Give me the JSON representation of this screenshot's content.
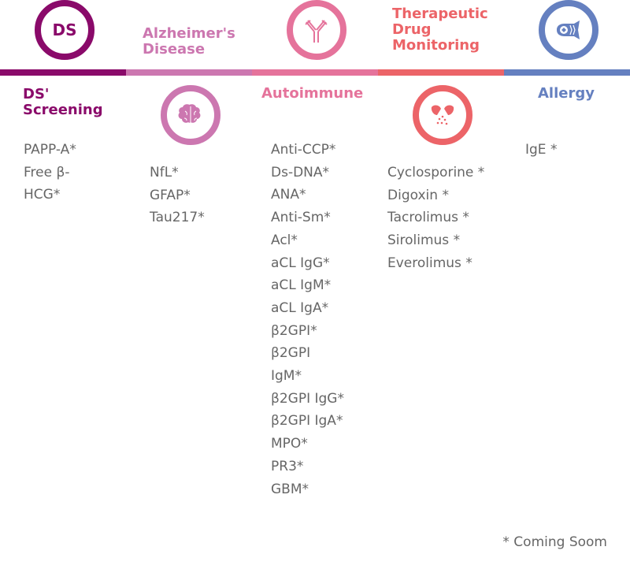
{
  "colors": {
    "ds": "#8a0a6a",
    "alz": "#cc77b0",
    "auto": "#e5739b",
    "tdm": "#ec6468",
    "allergy": "#6580c0",
    "text": "#666666"
  },
  "ds": {
    "icon_text": "DS",
    "title_1": "DS'",
    "title_2": "Screening",
    "items": [
      "PAPP-A*",
      "Free β-",
      "HCG*"
    ]
  },
  "alz": {
    "title_1": "Alzheimer's",
    "title_2": "Disease",
    "items": [
      "NfL*",
      "GFAP*",
      "Tau217*"
    ]
  },
  "auto": {
    "title": "Autoimmune",
    "items": [
      "Anti-CCP*",
      "Ds-DNA*",
      "ANA*",
      "Anti-Sm*",
      "Acl*",
      "aCL IgG*",
      "aCL IgM*",
      "aCL IgA*",
      "β2GPI*",
      "β2GPI",
      "IgM*",
      "β2GPI IgG*",
      "β2GPI IgA*",
      "MPO*",
      "PR3*",
      "GBM*"
    ]
  },
  "tdm": {
    "title_1": "Therapeutic",
    "title_2": "Drug",
    "title_3": "Monitoring",
    "items": [
      "Cyclosporine *",
      "Digoxin *",
      "Tacrolimus *",
      "Sirolimus *",
      "Everolimus *"
    ]
  },
  "allergy": {
    "title": "Allergy",
    "items": [
      "IgE *"
    ]
  },
  "footnote": "* Coming Soom"
}
